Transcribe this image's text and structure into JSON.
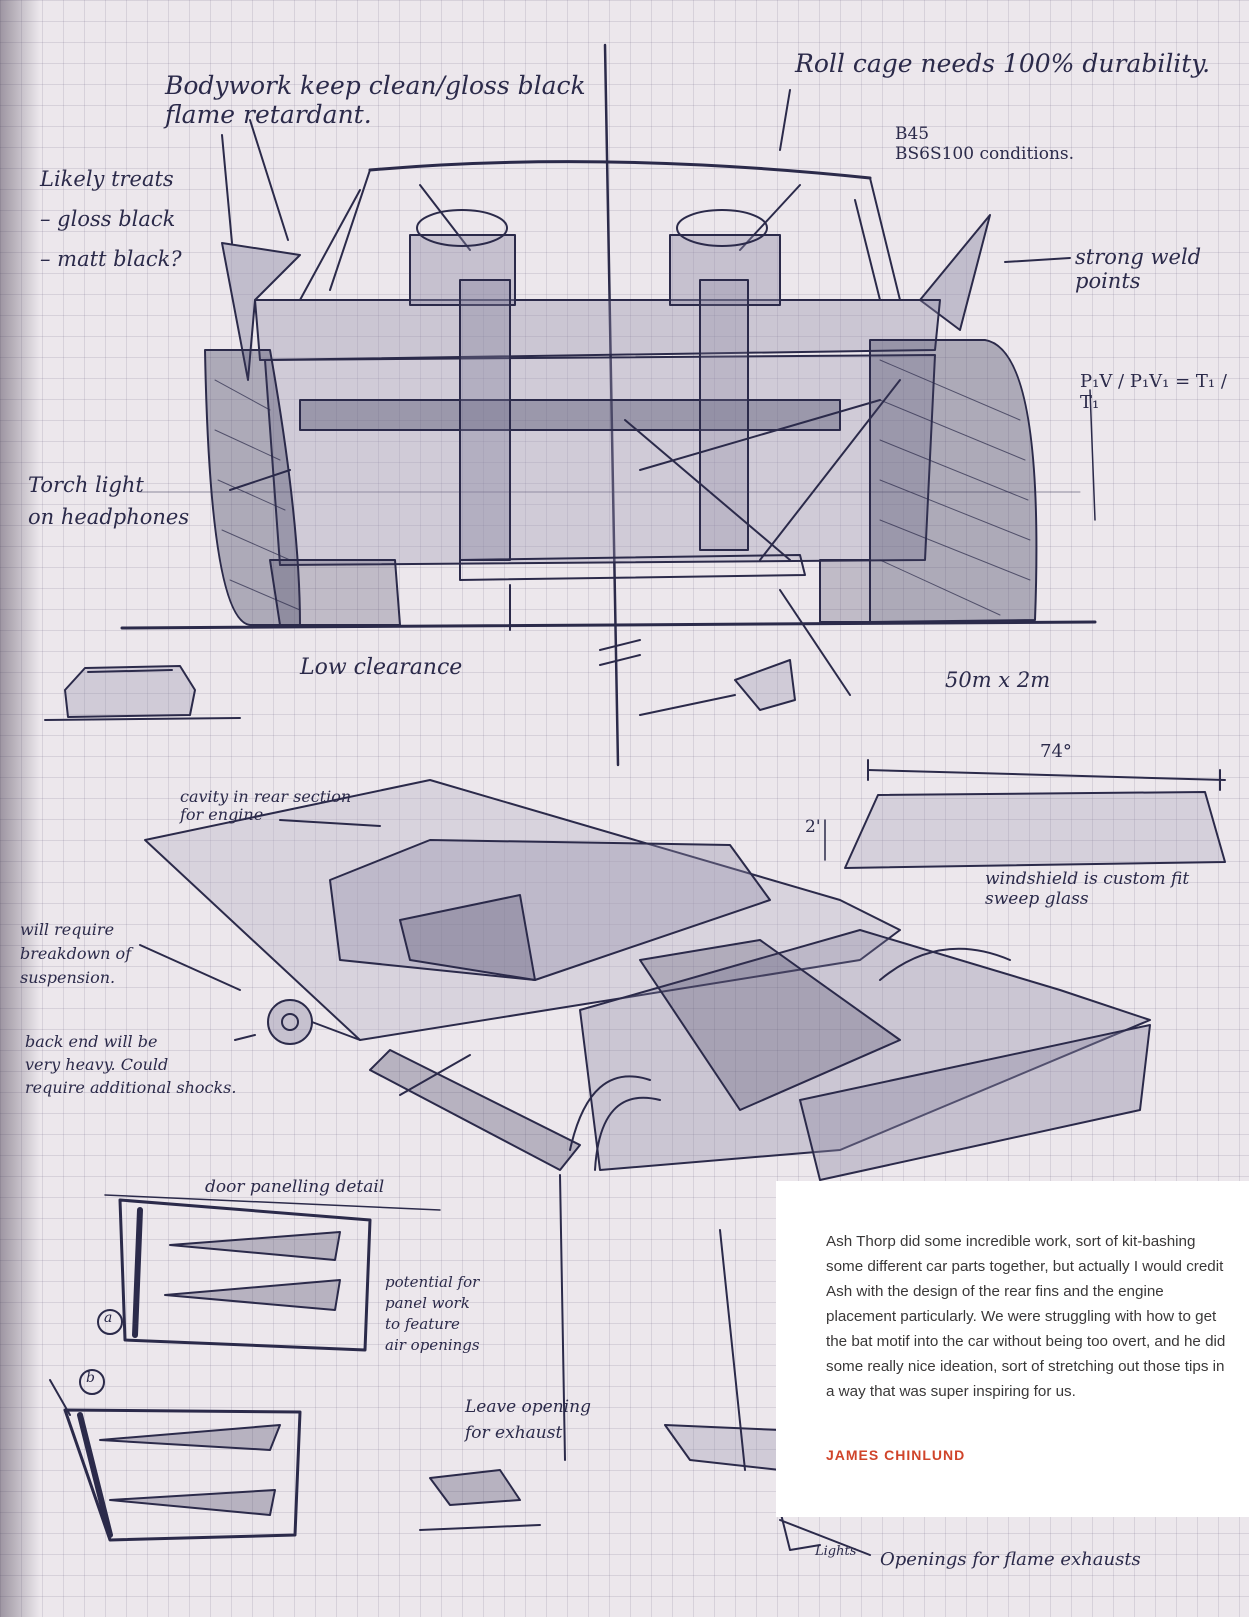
{
  "notes": {
    "bodywork": "Bodywork keep clean/gloss black\nflame retardant.",
    "roll_cage": "Roll cage needs 100% durability.",
    "bs_conditions": "B45\nBS6S100 conditions.",
    "likely_treats": "Likely treats\n– gloss black\n– matt black?",
    "strong_weld": "strong weld\npoints",
    "torch_light": "Torch light\non headphones",
    "low_clearance": "Low clearance",
    "tube_size": "50m x 2m",
    "angle": "74°",
    "height": "2'",
    "windshield": "windshield is custom fit\nsweep glass",
    "cavity": "cavity in rear section\nfor engine",
    "will_require": "will require\nbreakdown of\nsuspension.",
    "back_end": "back end will be\nvery heavy. Could\nrequire additional shocks.",
    "door_panelling": "door panelling detail",
    "potential": "potential for\npanel work\nto feature\nair openings",
    "leave_opening": "Leave opening\nfor exhaust",
    "lights": "Lights",
    "openings_flame": "Openings for flame exhausts",
    "label_a": "a",
    "label_b": "b",
    "equation": "P₁V / P₁V₁ = T₁ / T₁"
  },
  "caption": {
    "text": "Ash Thorp did some incredible work, sort of kit-bashing some different car parts together, but actually I would credit Ash with the design of the rear fins and the engine placement particularly. We were struggling with how to get the bat motif into the car without being too overt, and he did some really nice ideation, sort of stretching out those tips in a way that was super inspiring for us.",
    "author": "JAMES CHINLUND"
  },
  "colors": {
    "ink": "#2b2a4a",
    "wash": "#8f8aa6",
    "accent": "#d0442a"
  }
}
